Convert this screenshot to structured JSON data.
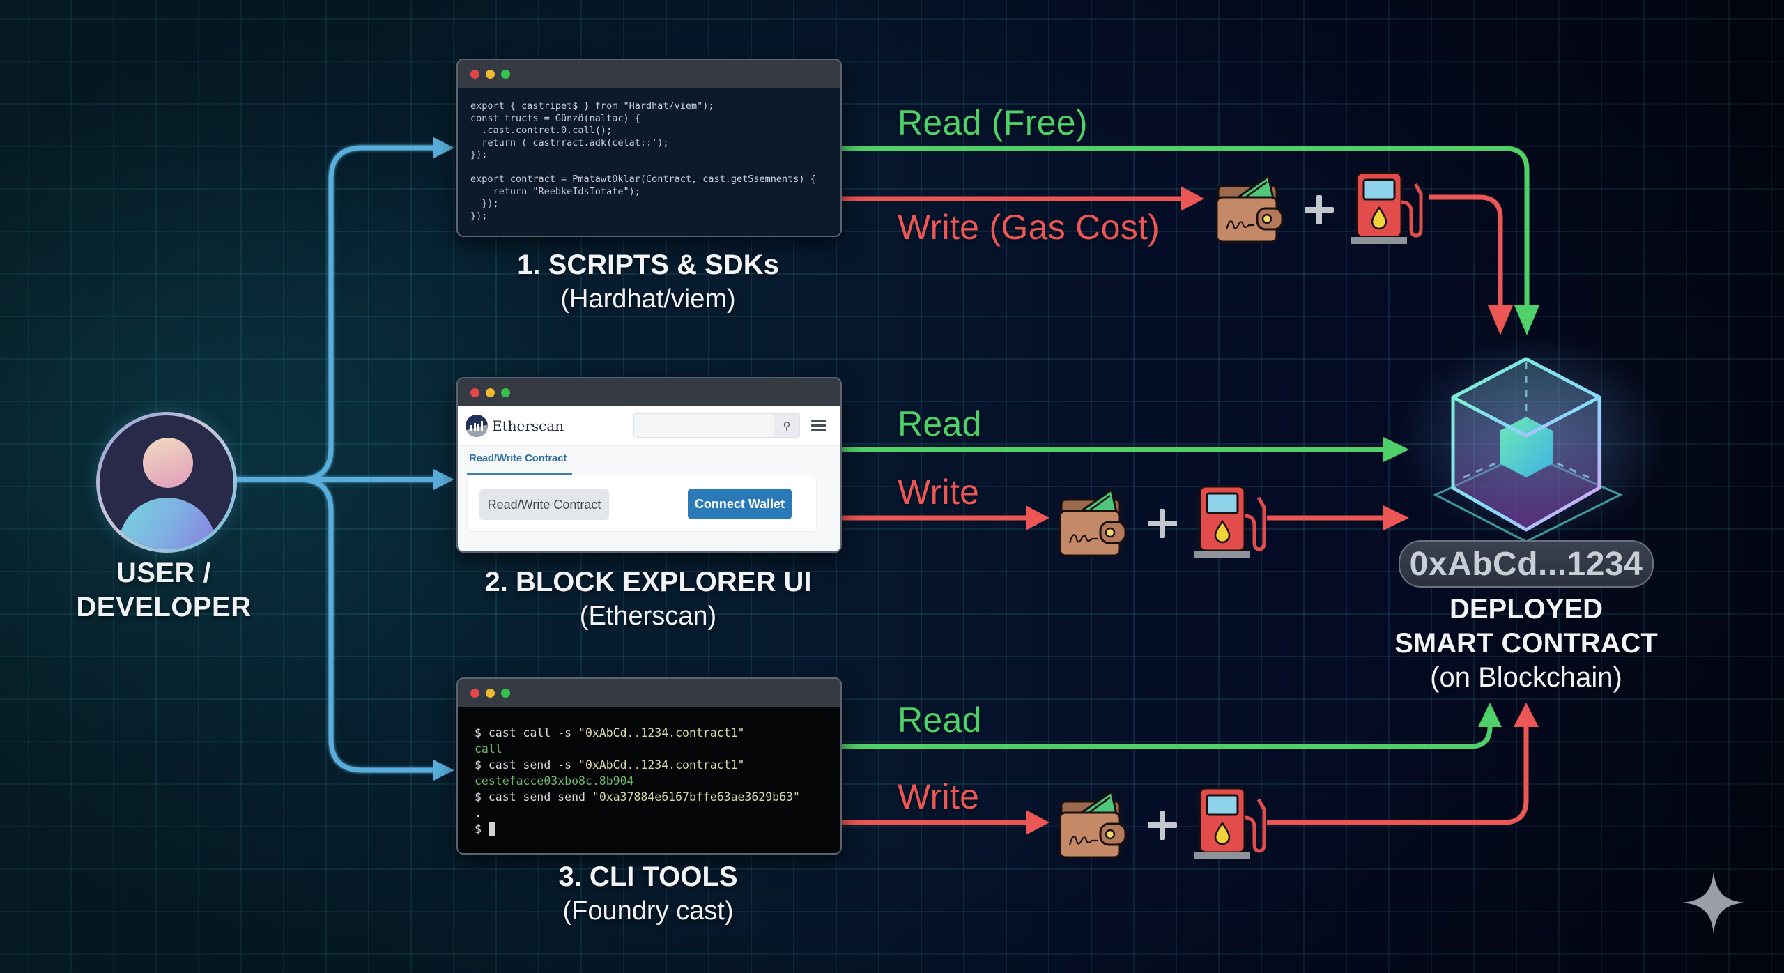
{
  "user": {
    "label_line1": "USER /",
    "label_line2": "DEVELOPER",
    "icon": "user-avatar-icon"
  },
  "tools": [
    {
      "title": "1. SCRIPTS & SDKs",
      "subtitle": "(Hardhat/viem)",
      "window_type": "code-editor",
      "code_lines": [
        "export { castripet$ } from \"Hardhat/viem\");",
        "const tructs = Günzö(naltac) {",
        "  .cast.contret.0.call();",
        "  return ( castrract.adk(celat::');",
        "});",
        "",
        "export contract = Pmatawt0klar(Contract, cast.getSsemnents) {",
        "    return \"ReebkeIdsIotate\");",
        "  });",
        "});"
      ]
    },
    {
      "title": "2. BLOCK EXPLORER UI",
      "subtitle": "(Etherscan)",
      "window_type": "browser",
      "brand": "Etherscan",
      "search_placeholder": "",
      "tab_label": "Read/Write Contract",
      "read_write_button": "Read/Write Contract",
      "connect_wallet_button": "Connect Wallet"
    },
    {
      "title": "3. CLI TOOLS",
      "subtitle": "(Foundry cast)",
      "window_type": "terminal",
      "terminal_lines": [
        {
          "prompt": "$ cast call -s ",
          "arg": "\"0xAbCd..1234.contract1\"",
          "kind": "cmd"
        },
        {
          "text": "call",
          "kind": "out"
        },
        {
          "prompt": "$ cast send -s ",
          "arg": "\"0xAbCd..1234.contract1\"",
          "kind": "cmd"
        },
        {
          "text": "cestefacce03xbo8c.8b904",
          "kind": "out"
        },
        {
          "prompt": "$ cast send send ",
          "arg": "\"0xa37884e6167bffe63ae3629b63\"",
          "kind": "cmd"
        },
        {
          "text": ".",
          "kind": "plain"
        },
        {
          "prompt": "$ ",
          "arg": "",
          "kind": "cursor"
        }
      ]
    }
  ],
  "flows": {
    "scripts": {
      "read_label": "Read (Free)",
      "write_label": "Write (Gas Cost)"
    },
    "explorer": {
      "read_label": "Read",
      "write_label": "Write"
    },
    "cli": {
      "read_label": "Read",
      "write_label": "Write"
    },
    "cost_icons": [
      "wallet-signature-icon",
      "plus-icon",
      "gas-pump-icon"
    ]
  },
  "contract": {
    "address": "0xAbCd...1234",
    "label_line1": "DEPLOYED",
    "label_line2": "SMART CONTRACT",
    "label_line3": "(on Blockchain)",
    "icon": "smart-contract-cube-icon"
  },
  "colors": {
    "read": "#4fd068",
    "write": "#ec5654",
    "connector": "#5aaedc",
    "background_left": "#072735",
    "background_right": "#040a22"
  },
  "watermark_icon": "sparkle-icon"
}
